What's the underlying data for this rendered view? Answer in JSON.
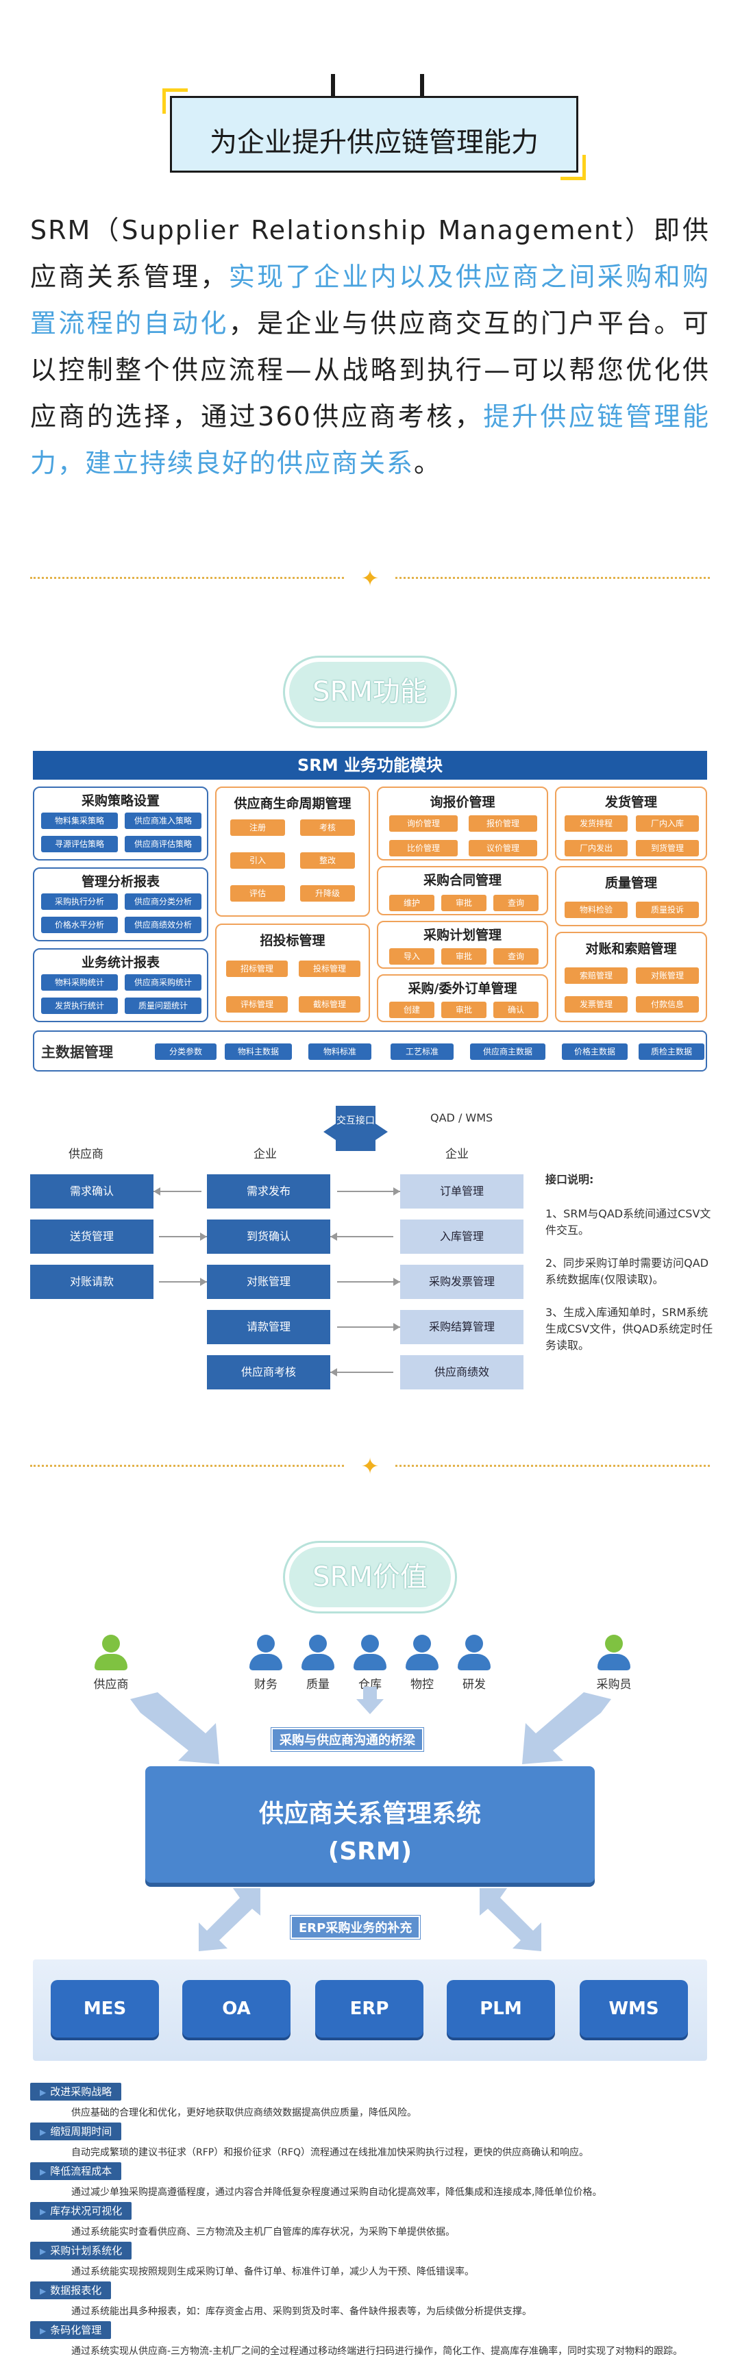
{
  "intro": {
    "title": "为企业提升供应链管理能力",
    "p1": "SRM（Supplier Relationship Management）即供应商关系管理，",
    "h1": "实现了企业内以及供应商之间采购和购置流程的自动化",
    "p2": "，是企业与供应商交互的门户平台。可以控制整个供应流程—从战略到执行—可以帮您优化供应商的选择，通过360供应商考核，",
    "h2": "提升供应链管理能力，建立持续良好的供应商关系",
    "p3": "。"
  },
  "divider_glyph": "✦",
  "sec1": {
    "pill": "SRM功能",
    "header": "SRM 业务功能模块",
    "g1": {
      "title": "采购策略设置",
      "items": [
        "物料集采策略",
        "供应商准入策略",
        "寻源评估策略",
        "供应商评估策略"
      ]
    },
    "g2": {
      "title": "管理分析报表",
      "items": [
        "采购执行分析",
        "供应商分类分析",
        "价格水平分析",
        "供应商绩效分析"
      ]
    },
    "g3": {
      "title": "业务统计报表",
      "items": [
        "物料采购统计",
        "供应商采购统计",
        "发货执行统计",
        "质量问题统计"
      ]
    },
    "g4": {
      "title": "供应商生命周期管理",
      "items": [
        "注册",
        "考核",
        "引入",
        "整改",
        "评估",
        "升降级"
      ]
    },
    "g5": {
      "title": "招投标管理",
      "items": [
        "招标管理",
        "投标管理",
        "评标管理",
        "截标管理"
      ]
    },
    "g6": {
      "title": "询报价管理",
      "items": [
        "询价管理",
        "报价管理",
        "比价管理",
        "议价管理"
      ]
    },
    "g7": {
      "title": "采购合同管理",
      "items": [
        "维护",
        "审批",
        "查询"
      ]
    },
    "g8": {
      "title": "采购计划管理",
      "items": [
        "导入",
        "审批",
        "查询"
      ]
    },
    "g9": {
      "title": "采购/委外订单管理",
      "items": [
        "创建",
        "审批",
        "确认"
      ]
    },
    "g10": {
      "title": "发货管理",
      "items": [
        "发货排程",
        "厂内入库",
        "厂内发出",
        "到货管理"
      ]
    },
    "g11": {
      "title": "质量管理",
      "items": [
        "物料检验",
        "质量投诉"
      ]
    },
    "g12": {
      "title": "对账和索赔管理",
      "items": [
        "索赔管理",
        "对账管理",
        "发票管理",
        "付款信息"
      ]
    },
    "mdm": {
      "title": "主数据管理",
      "items": [
        "分类参数",
        "物料主数据",
        "物料标准",
        "工艺标准",
        "供应商主数据",
        "价格主数据",
        "质检主数据"
      ]
    }
  },
  "sec2": {
    "exchange": "交互接口",
    "qad": "QAD / WMS",
    "col_supplier": "供应商",
    "col_ent1": "企业",
    "col_ent2": "企业",
    "supplier": [
      "需求确认",
      "送货管理",
      "对账请款"
    ],
    "enterprise": [
      "需求发布",
      "到货确认",
      "对账管理",
      "请款管理",
      "供应商考核"
    ],
    "qadcol": [
      "订单管理",
      "入库管理",
      "采购发票管理",
      "采购结算管理",
      "供应商绩效"
    ],
    "notes_title": "接口说明:",
    "notes": [
      "1、SRM与QAD系统间通过CSV文件交互。",
      "2、同步采购订单时需要访问QAD系统数据库(仅限读取)。",
      "3、生成入库通知单时，SRM系统生成CSV文件，供QAD系统定时任务读取。"
    ]
  },
  "sec3": {
    "pill": "SRM价值",
    "left_person": "供应商",
    "right_person": "采购员",
    "people": [
      "财务",
      "质量",
      "仓库",
      "物控",
      "研发"
    ],
    "bridge": "采购与供应商沟通的桥梁",
    "system_l1": "供应商关系管理系统",
    "system_l2": "(SRM)",
    "erp_label": "ERP采购业务的补充",
    "systems": [
      "MES",
      "OA",
      "ERP",
      "PLM",
      "WMS"
    ],
    "benefits": [
      {
        "tag": "改进采购战略",
        "desc": "供应基础的合理化和优化，更好地获取供应商绩效数据提高供应质量，降低风险。"
      },
      {
        "tag": "缩短周期时间",
        "desc": "自动完成繁琐的建议书征求（RFP）和报价征求（RFQ）流程通过在线批准加快采购执行过程，更快的供应商确认和响应。"
      },
      {
        "tag": "降低流程成本",
        "desc": "通过减少单独采购提高遵循程度，通过内容合并降低复杂程度通过采购自动化提高效率，降低集成和连接成本,降低单位价格。"
      },
      {
        "tag": "库存状况可视化",
        "desc": "通过系统能实时查看供应商、三方物流及主机厂自管库的库存状况，为采购下单提供依据。"
      },
      {
        "tag": "采购计划系统化",
        "desc": "通过系统能实现按照规则生成采购订单、备件订单、标准件订单，减少人为干预、降低错误率。"
      },
      {
        "tag": "数据报表化",
        "desc": "通过系统能出具多种报表，如：库存资金占用、采购到货及时率、备件缺件报表等，为后续做分析提供支撑。"
      },
      {
        "tag": "条码化管理",
        "desc": "通过系统实现从供应商-三方物流-主机厂之间的全过程通过移动终端进行扫码进行操作，简化工作、提高库存准确率，同时实现了对物料的跟踪。"
      }
    ]
  },
  "colors": {
    "accent": "#4aa3df",
    "brand_blue": "#1d5aa6",
    "orange": "#ef9b46",
    "teal": "#d2efe9",
    "gold": "#f2b01e"
  }
}
